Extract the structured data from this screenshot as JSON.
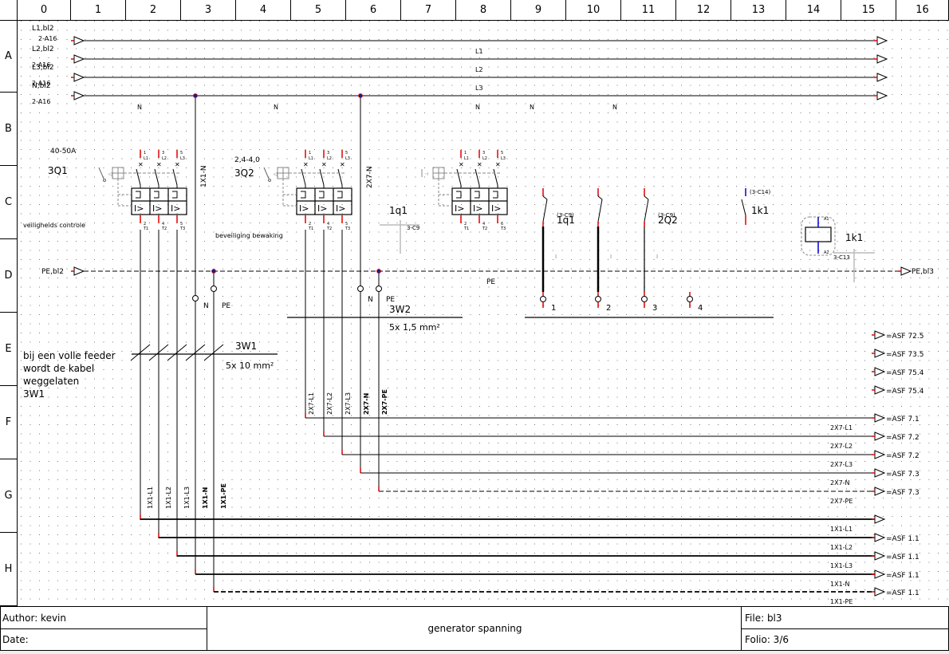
{
  "grid": {
    "columns": [
      "0",
      "1",
      "2",
      "3",
      "4",
      "5",
      "6",
      "7",
      "8",
      "9",
      "10",
      "11",
      "12",
      "13",
      "14",
      "15",
      "16"
    ],
    "rows": [
      "A",
      "B",
      "C",
      "D",
      "E",
      "F",
      "G",
      "H"
    ]
  },
  "colors": {
    "line": "#000000",
    "terminal": "#e00000",
    "pin": "#0000cc",
    "ghost": "#bbbbbb"
  },
  "incoming": [
    {
      "label": "L1,bl2",
      "ref": "2-A16",
      "bus_label": "L1"
    },
    {
      "label": "L2,bl2",
      "ref": "2-A16",
      "bus_label": "L2"
    },
    {
      "label": "L3,bl2",
      "ref": "2-A16",
      "bus_label": "L3"
    },
    {
      "label": "N,bl2",
      "ref": "2-A16",
      "bus_label": ""
    }
  ],
  "n_labels": [
    "N",
    "N",
    "N",
    "N",
    "N"
  ],
  "pe_bus": {
    "in_label": "PE,bl2",
    "out_label": "PE,bl3",
    "mid_label": "PE"
  },
  "breakers": [
    {
      "id": "3Q1",
      "rating": "40-50A",
      "note": "veiligheids controle",
      "pins_top": [
        [
          "1",
          "L1"
        ],
        [
          "3",
          "L2"
        ],
        [
          "5",
          "L3"
        ]
      ],
      "pins_bottom": [
        [
          "2",
          "T1"
        ],
        [
          "4",
          "T2"
        ],
        [
          "5",
          "T3"
        ]
      ]
    },
    {
      "id": "3Q2",
      "rating": "2,4-4,0",
      "note": "beveiliging bewaking",
      "pins_top": [
        [
          "1",
          "L1"
        ],
        [
          "3",
          "L2"
        ],
        [
          "5",
          "L3"
        ]
      ],
      "pins_bottom": [
        [
          "2",
          "T1"
        ],
        [
          "4",
          "T2"
        ],
        [
          "5",
          "T3"
        ]
      ]
    },
    {
      "id": "",
      "rating": "",
      "note": "",
      "pins_top": [
        [
          "1",
          "L1"
        ],
        [
          "3",
          "L2"
        ],
        [
          "5",
          "L3"
        ]
      ],
      "pins_bottom": [
        [
          "2",
          "T1"
        ],
        [
          "4",
          "T2"
        ],
        [
          "6",
          "T3"
        ]
      ]
    }
  ],
  "ghost_contact": {
    "id": "1q1",
    "ref": "3-C9"
  },
  "contacts": [
    {
      "id": "1q1",
      "ref": "(3-C9)",
      "terminal": "1"
    },
    {
      "id": "",
      "ref": "",
      "terminal": "2"
    },
    {
      "id": "2Q2",
      "ref": "(3-C9)",
      "terminal": "3"
    },
    {
      "id": "",
      "ref": "",
      "terminal": "4"
    }
  ],
  "relay": {
    "contact_id": "1k1",
    "contact_ref": "(3-C14)",
    "coil_id": "1k1",
    "coil_ref": "3-C13",
    "a1": "A1",
    "a2": "A2"
  },
  "cable_labels": {
    "n1x1": "1X1-N",
    "n2x7": "2X7-N"
  },
  "terminals_n_pe": [
    "N",
    "PE"
  ],
  "cables": [
    {
      "id": "3W1",
      "spec": "5x 10 mm²"
    },
    {
      "id": "3W2",
      "spec": "5x 1,5 mm²"
    }
  ],
  "note_text": [
    "bij een volle feeder",
    "wordt de kabel",
    "weggelaten",
    "3W1"
  ],
  "asf_spare": [
    "=ASF 72.5",
    "=ASF 73.5",
    "=ASF 75.4",
    "=ASF 75.4"
  ],
  "wires_2x7": [
    {
      "label": "2X7-L1",
      "target": "=ASF 7.1",
      "dashed": false
    },
    {
      "label": "2X7-L2",
      "target": "=ASF 7.2",
      "dashed": false
    },
    {
      "label": "2X7-L3",
      "target": "=ASF 7.2",
      "dashed": false
    },
    {
      "label": "2X7-N",
      "target": "=ASF 7.3",
      "dashed": false
    },
    {
      "label": "2X7-PE",
      "target": "=ASF 7.3",
      "dashed": true
    }
  ],
  "wires_1x1": [
    {
      "label": "1X1-L1",
      "target": "",
      "dashed": false
    },
    {
      "label": "1X1-L2",
      "target": "=ASF 1.1",
      "dashed": false
    },
    {
      "label": "1X1-L3",
      "target": "=ASF 1.1",
      "dashed": false
    },
    {
      "label": "1X1-N",
      "target": "=ASF 1.1",
      "dashed": false
    },
    {
      "label": "1X1-PE",
      "target": "=ASF 1.1",
      "dashed": true
    }
  ],
  "title_block": {
    "author": "Author: kevin",
    "date": "Date:",
    "title": "generator spanning",
    "file": "File: bl3",
    "folio": "Folio: 3/6"
  }
}
